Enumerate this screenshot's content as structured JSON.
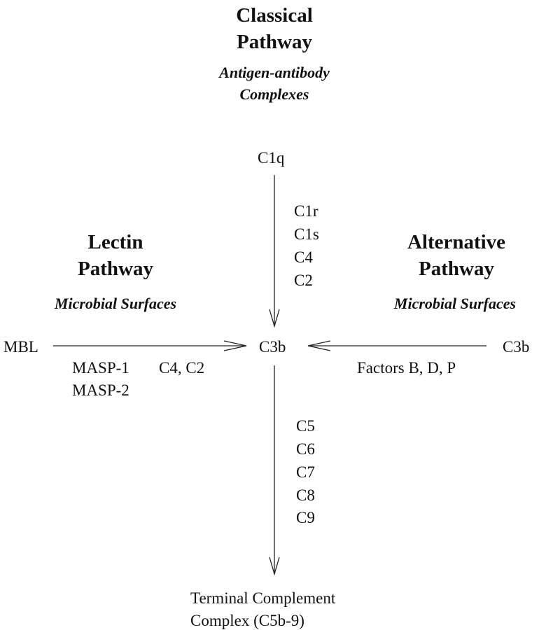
{
  "classical": {
    "title_line1": "Classical",
    "title_line2": "Pathway",
    "sub_line1": "Antigen-antibody",
    "sub_line2": "Complexes",
    "start": "C1q",
    "components": [
      "C1r",
      "C1s",
      "C4",
      "C2"
    ]
  },
  "lectin": {
    "title_line1": "Lectin",
    "title_line2": "Pathway",
    "sub": "Microbial Surfaces",
    "start": "MBL",
    "enzymes": [
      "MASP-1",
      "MASP-2"
    ],
    "components": "C4, C2"
  },
  "alternative": {
    "title_line1": "Alternative",
    "title_line2": "Pathway",
    "sub": "Microbial Surfaces",
    "start": "C3b",
    "factors": "Factors B, D, P"
  },
  "center": {
    "node": "C3b",
    "components": [
      "C5",
      "C6",
      "C7",
      "C8",
      "C9"
    ]
  },
  "terminal": {
    "line1": "Terminal Complement",
    "line2": "Complex (C5b-9)"
  }
}
